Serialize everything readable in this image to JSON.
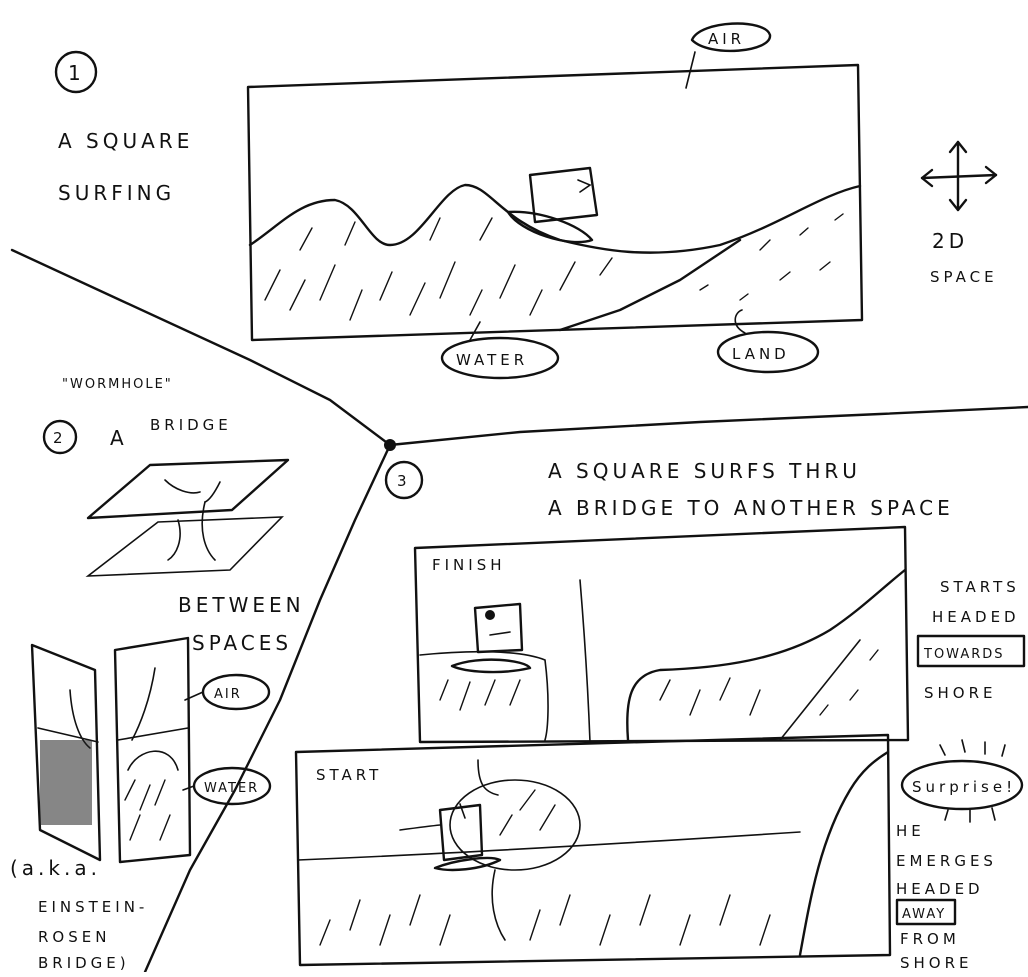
{
  "panel1": {
    "number": "1",
    "caption_line1": "A SQUARE",
    "caption_line2": "SURFING",
    "label_air": "AIR",
    "label_water": "WATER",
    "label_land": "LAND",
    "axes_line1": "2D",
    "axes_line2": "SPACE"
  },
  "panel2": {
    "number": "2",
    "wormhole_note": "\"WORMHOLE\"",
    "caption_a": "A",
    "caption_bridge": "BRIDGE",
    "between_line1": "BETWEEN",
    "between_line2": "SPACES",
    "label_air": "AIR",
    "label_water": "WATER",
    "aka_line1": "(a.k.a.",
    "aka_line2": "EINSTEIN-",
    "aka_line3": "ROSEN",
    "aka_line4": "BRIDGE)"
  },
  "panel3": {
    "number": "3",
    "caption_line1": "A SQUARE SURFS THRU",
    "caption_line2": "A BRIDGE TO ANOTHER SPACE",
    "finish_label": "FINISH",
    "start_label": "START",
    "note1_line1": "STARTS",
    "note1_line2": "HEADED",
    "note1_line3": "TOWARDS",
    "note1_line4": "SHORE",
    "surprise": "Surprise!",
    "note2_line1": "HE",
    "note2_line2": "EMERGES",
    "note2_line3": "HEADED",
    "note2_line4": "AWAY",
    "note2_line5": "FROM",
    "note2_line6": "SHORE"
  }
}
